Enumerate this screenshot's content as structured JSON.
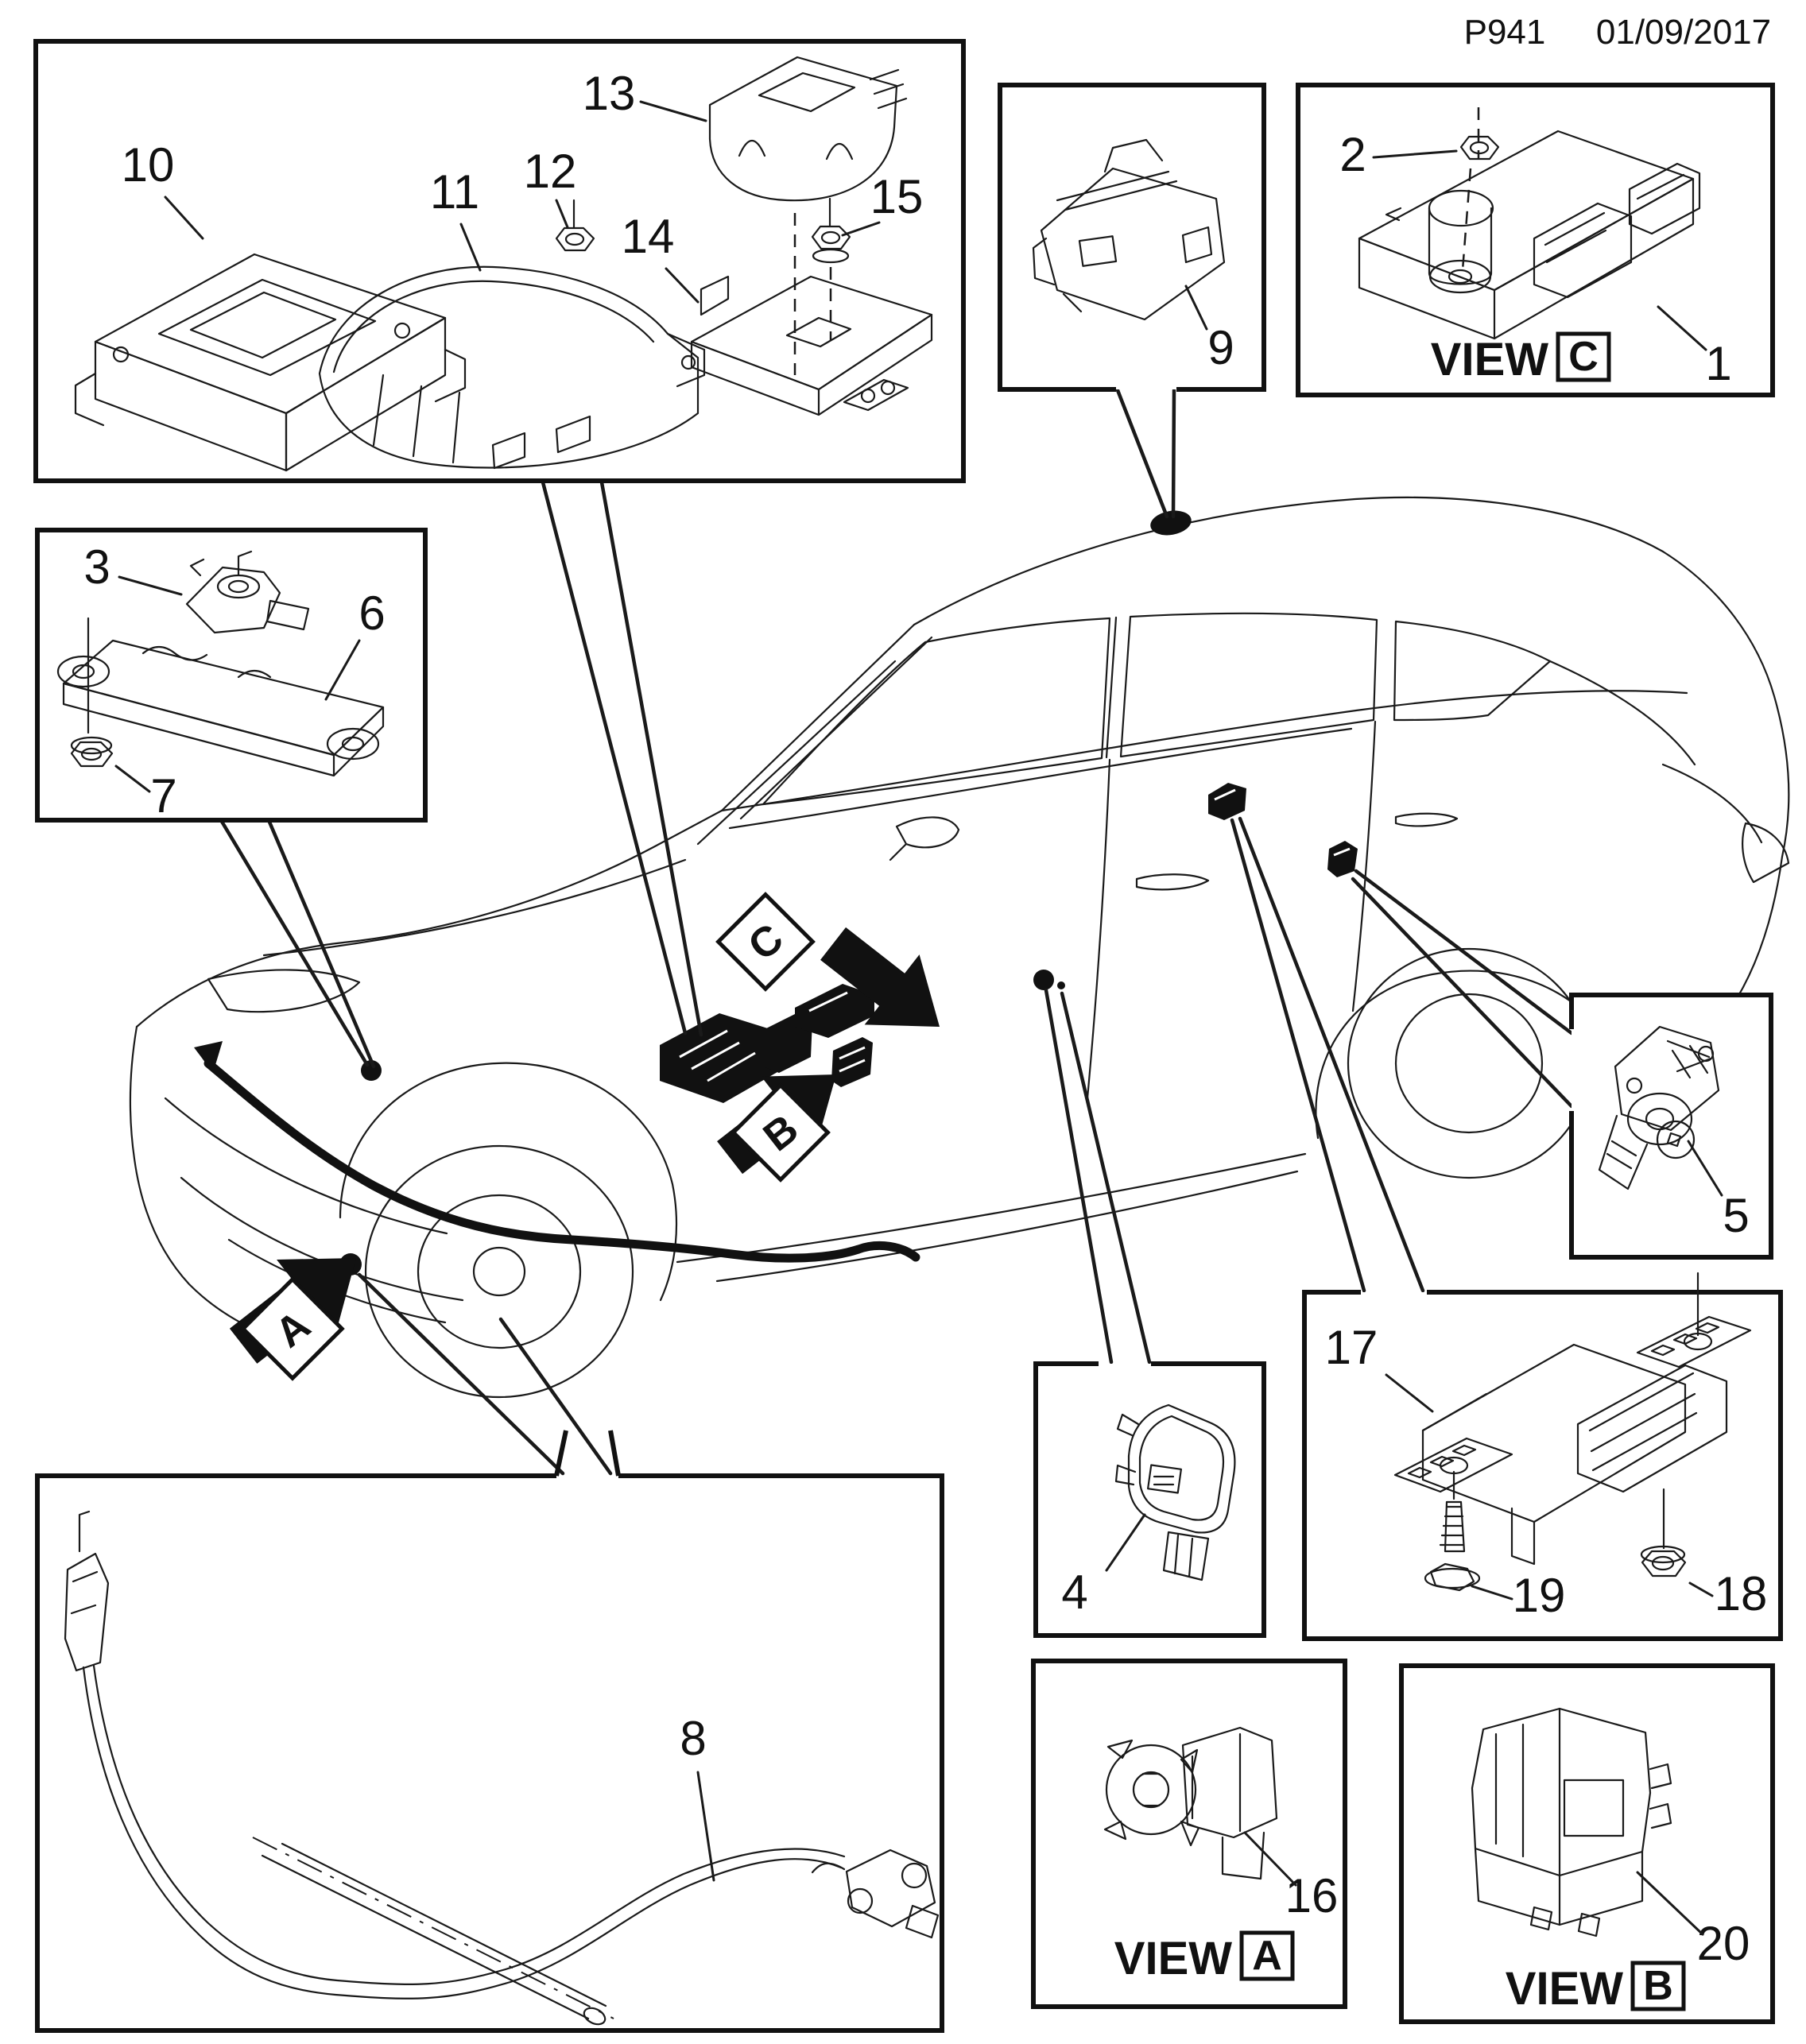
{
  "header": {
    "code": "P941",
    "date": "01/09/2017"
  },
  "parts": {
    "p1": "1",
    "p2": "2",
    "p3": "3",
    "p4": "4",
    "p5": "5",
    "p6": "6",
    "p7": "7",
    "p8": "8",
    "p9": "9",
    "p10": "10",
    "p11": "11",
    "p12": "12",
    "p13": "13",
    "p14": "14",
    "p15": "15",
    "p16": "16",
    "p17": "17",
    "p18": "18",
    "p19": "19",
    "p20": "20"
  },
  "views": {
    "label": "VIEW",
    "a": "A",
    "b": "B",
    "c": "C"
  },
  "arrows": {
    "a": "A",
    "b": "B",
    "c": "C"
  },
  "colors": {
    "ink": "#111111",
    "background": "#ffffff"
  }
}
